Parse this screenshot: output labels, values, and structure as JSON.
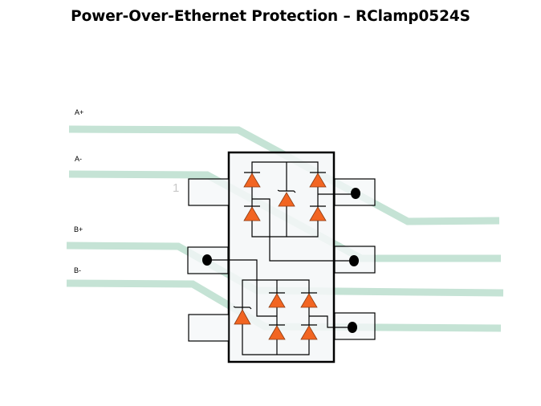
{
  "title": "Power-Over-Ethernet Protection – RClamp0524S",
  "lines": {
    "a_plus": "A+",
    "a_minus": "A-",
    "b_plus": "B+",
    "b_minus": "B-"
  },
  "pin_label": "1",
  "colors": {
    "trace": "#c5e3d5",
    "diode_fill": "#f26522",
    "diode_stroke": "#8a3a10",
    "package_fill": "#f4f7f8",
    "wire": "#000000",
    "pin1_label": "#c8c8c8"
  },
  "component": {
    "part_number": "RClamp0524S",
    "diode_count": 10,
    "tvs_count": 2
  }
}
